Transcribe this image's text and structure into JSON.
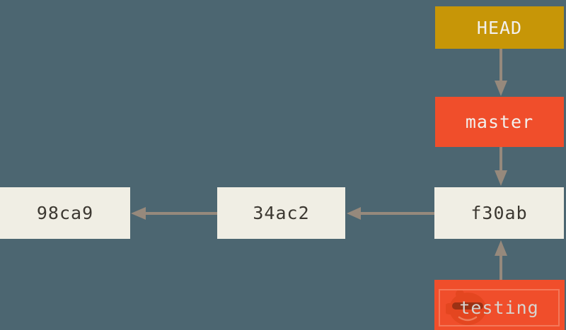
{
  "colors": {
    "background": "#4C6671",
    "head_fill": "#C79607",
    "branch_fill": "#F04E2B",
    "commit_fill": "#F0EEE4",
    "commit_text": "#3C3831",
    "label_text": "#F2F0ED",
    "testing_text": "#D7D5D1",
    "testing_inner_border": "#F4785A",
    "arrow": "#96897C",
    "mascot": "#E2451F",
    "mascot_glasses": "#70260E",
    "mascot_smile": "#F08563"
  },
  "nodes": {
    "head": {
      "label": "HEAD"
    },
    "master": {
      "label": "master"
    },
    "testing": {
      "label": "testing"
    },
    "commits": [
      {
        "hash": "98ca9"
      },
      {
        "hash": "34ac2"
      },
      {
        "hash": "f30ab"
      }
    ]
  },
  "edges": [
    {
      "from": "HEAD",
      "to": "master"
    },
    {
      "from": "master",
      "to": "f30ab"
    },
    {
      "from": "testing",
      "to": "f30ab"
    },
    {
      "from": "f30ab",
      "to": "34ac2"
    },
    {
      "from": "34ac2",
      "to": "98ca9"
    }
  ]
}
